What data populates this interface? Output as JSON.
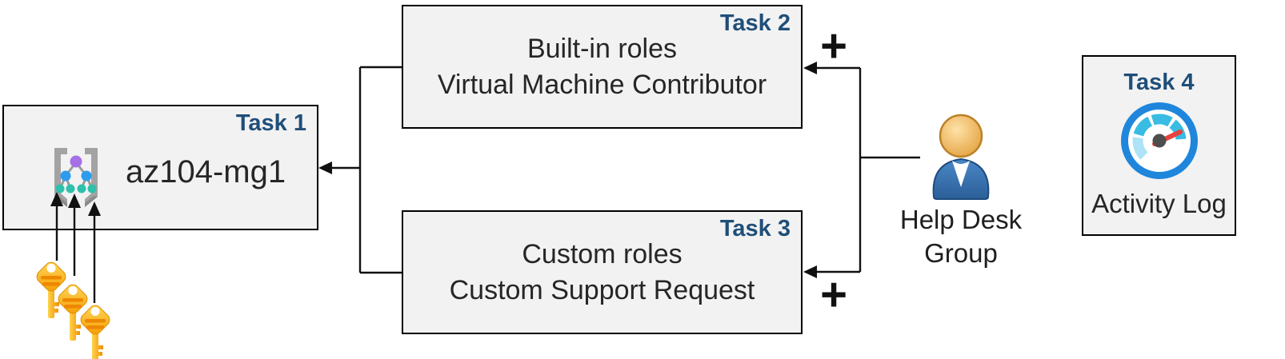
{
  "tasks": {
    "task1": {
      "badge": "Task 1",
      "title": "az104-mg1"
    },
    "task2": {
      "badge": "Task 2",
      "lines": [
        "Built-in roles",
        "Virtual Machine Contributor"
      ]
    },
    "task3": {
      "badge": "Task 3",
      "lines": [
        "Custom roles",
        "Custom Support Request"
      ]
    },
    "task4": {
      "badge": "Task 4",
      "caption": "Activity Log"
    }
  },
  "actor": {
    "label": "Help Desk Group"
  },
  "symbols": {
    "plus_top": "+",
    "plus_bottom": "+"
  },
  "icons": {
    "task1": "management-group-icon",
    "task4": "activity-log-gauge-icon",
    "actor": "person-icon",
    "bottom_left": "keys-icon"
  },
  "colors": {
    "badge_text": "#1F4E79",
    "box_fill": "#F2F2F2",
    "box_border": "#000000",
    "body_text": "#262626",
    "connector": "#111111",
    "gauge_ring_blue": "#1F86DC",
    "gauge_segment_teal": "#38BCE3",
    "gauge_segment_pale": "#AEE3F7",
    "gauge_needle_red": "#E8423D",
    "key_gold_light": "#FFDA5E",
    "key_gold_dark": "#F59B00",
    "key_stripe_orange": "#EE8700",
    "person_body_blue": "#35719F",
    "person_head_gold": "#E2A03C",
    "mg_node_purple": "#A671E6",
    "mg_node_blue": "#2E9CEE",
    "mg_node_teal": "#2EC0AD",
    "mg_bracket_gray": "#A3A3A3"
  }
}
